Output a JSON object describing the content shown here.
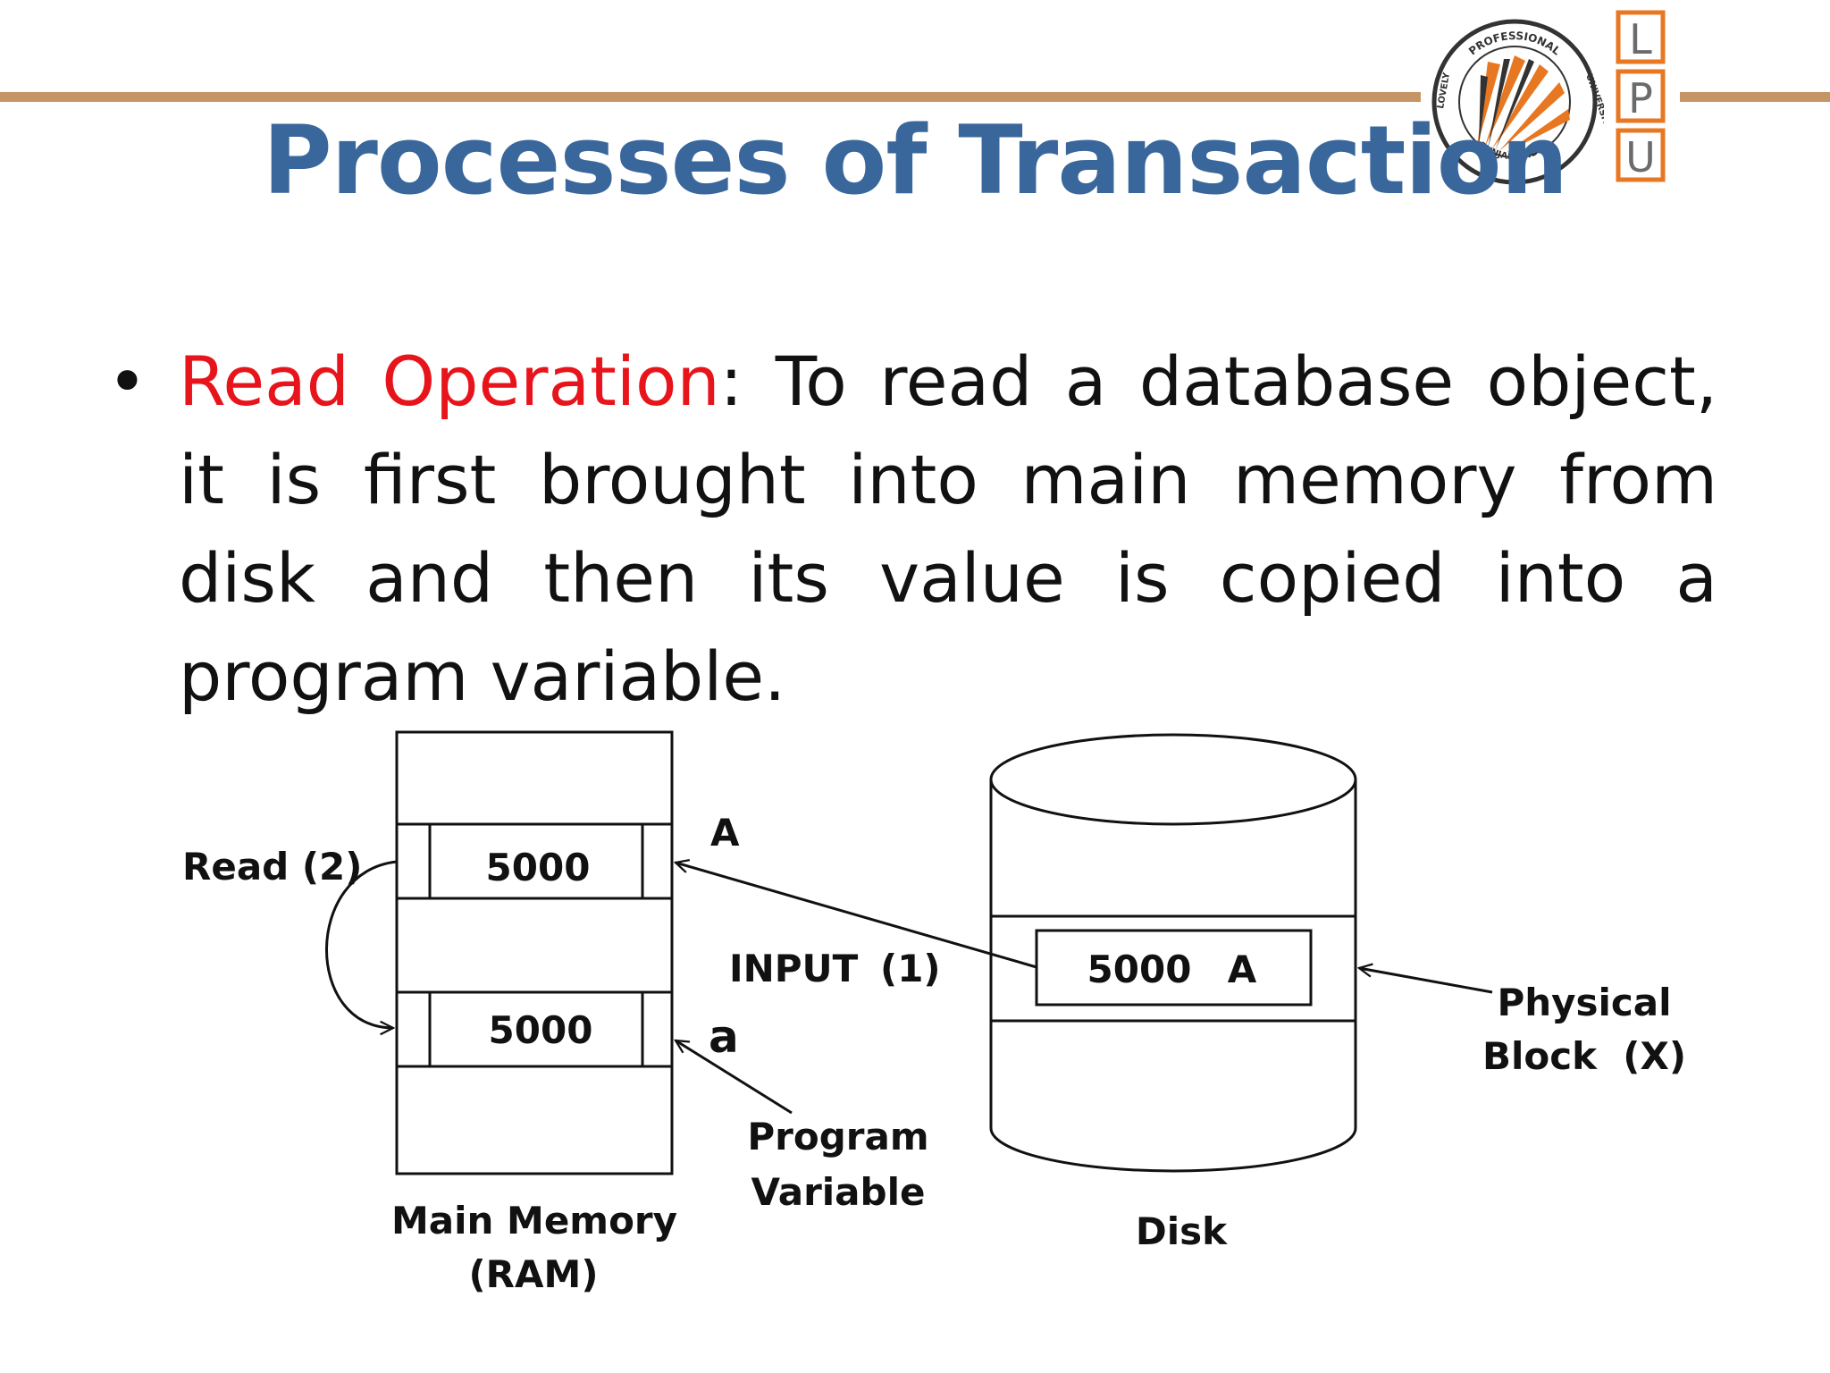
{
  "slide": {
    "title": "Processes of Transaction",
    "bullet": {
      "term": "Read Operation",
      "text": ": To read a database object, it is first brought into main memory from disk and then its value is copied into a program variable."
    }
  },
  "logo": {
    "ring_text_top": "PROFESSIONAL",
    "ring_text_left": "LOVELY",
    "ring_text_right": "UNIVERSITY",
    "ring_text_bottom": "PUNJAB (INDIA)",
    "letters": [
      "L",
      "P",
      "U"
    ],
    "colors": {
      "orange": "#e87722",
      "dark": "#333333",
      "letters": "#6b6b6b"
    }
  },
  "diagram": {
    "memory": {
      "label_line1": "Main Memory",
      "label_line2": "(RAM)",
      "cell_top_value": "5000",
      "cell_bottom_value": "5000"
    },
    "disk": {
      "label": "Disk",
      "block_value": "5000",
      "block_item": "A"
    },
    "labels": {
      "read_step": "Read (2)",
      "input_step": "INPUT",
      "input_step_num": "(1)",
      "item_upper": "A",
      "item_lower": "a",
      "program_var_line1": "Program",
      "program_var_line2": "Variable",
      "physical_block_line1": "Physical",
      "physical_block_line2": "Block  (X)"
    }
  },
  "colors": {
    "title": "#3a679b",
    "term": "#e8141c",
    "rule": "#c69565",
    "text": "#111111"
  }
}
